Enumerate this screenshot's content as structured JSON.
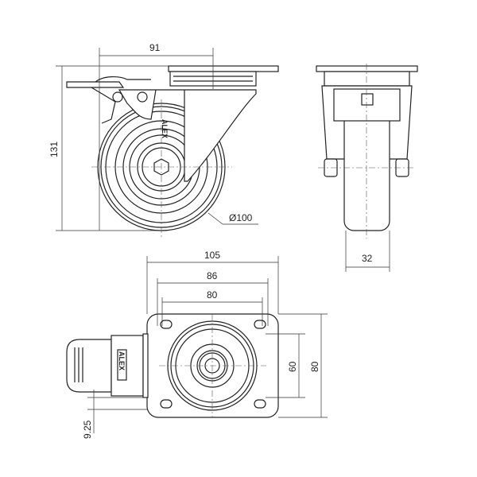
{
  "brand": "ALEX",
  "dimensions": {
    "plate_offset": "91",
    "total_height": "131",
    "wheel_diameter": "Ø100",
    "wheel_width": "32",
    "plate_length": "105",
    "hole_spacing_outer": "86",
    "hole_spacing_inner": "80",
    "hole_spacing_vertical": "60",
    "plate_width": "80",
    "brake_offset": "9.25"
  }
}
